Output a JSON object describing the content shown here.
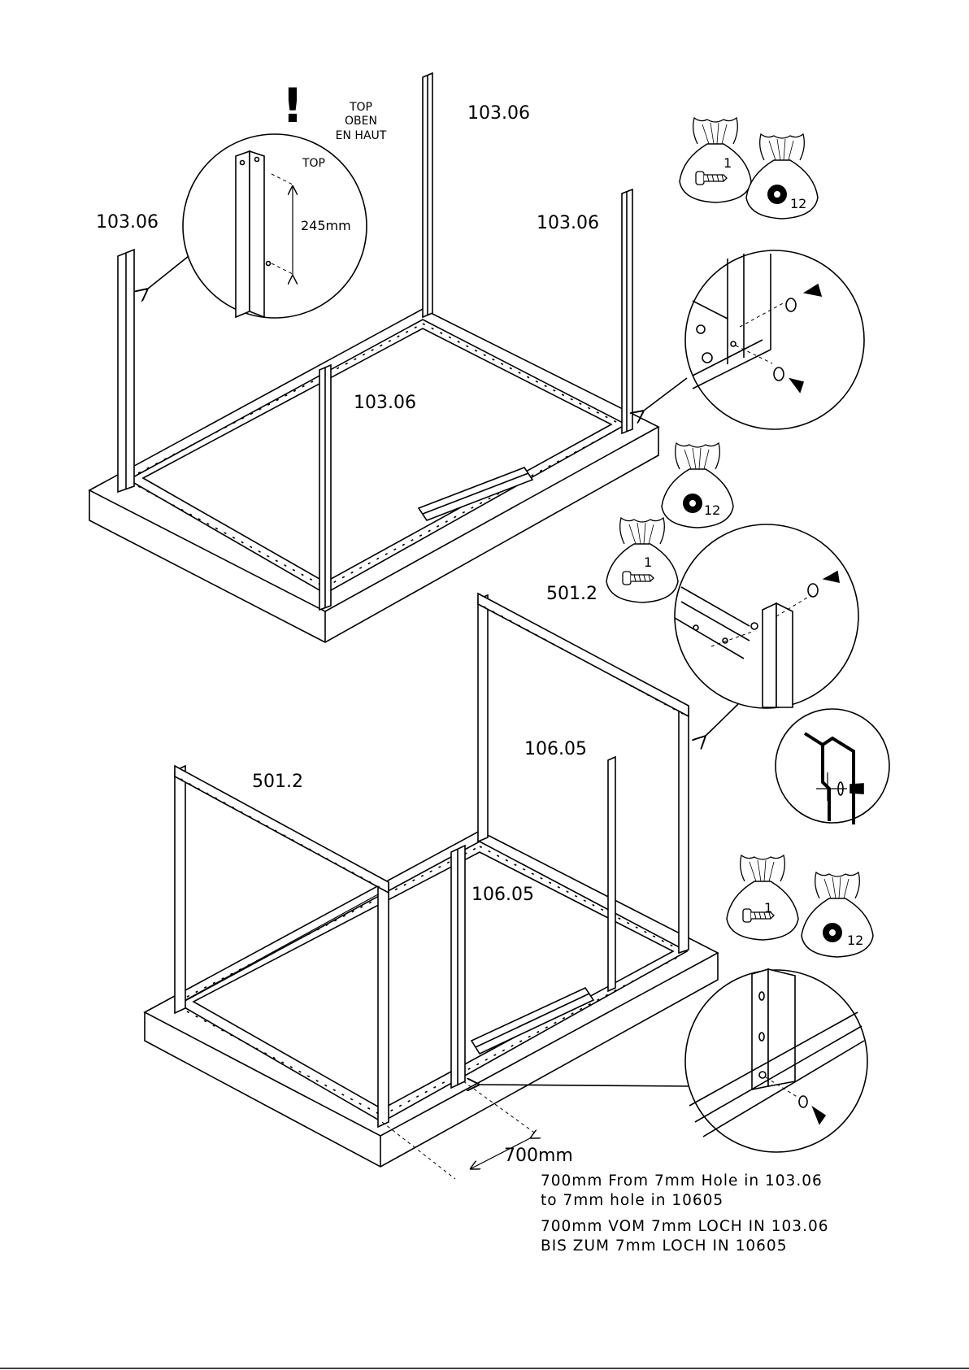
{
  "step1": {
    "warning_mark": "!",
    "top_labels": [
      "TOP",
      "OBEN",
      "EN HAUT"
    ],
    "detail_top_label": "TOP",
    "detail_spacing": "245mm",
    "post_labels": [
      "103.06",
      "103.06",
      "103.06",
      "103.06"
    ],
    "bag_screw_qty": "1",
    "bag_washer_qty": "12"
  },
  "step2": {
    "bag_washer_qty": "12",
    "bag_screw_qty": "1",
    "rail_labels": [
      "501.2",
      "501.2"
    ],
    "post_labels": [
      "106.05",
      "106.05"
    ],
    "bag_screw_qty_2": "1",
    "bag_washer_qty_2": "12",
    "dimension": "700mm",
    "note_en": [
      "700mm From 7mm Hole in 103.06",
      "to 7mm hole in 10605"
    ],
    "note_de": [
      "700mm VOM 7mm LOCH IN 103.06",
      "BIS ZUM 7mm LOCH IN 10605"
    ]
  }
}
